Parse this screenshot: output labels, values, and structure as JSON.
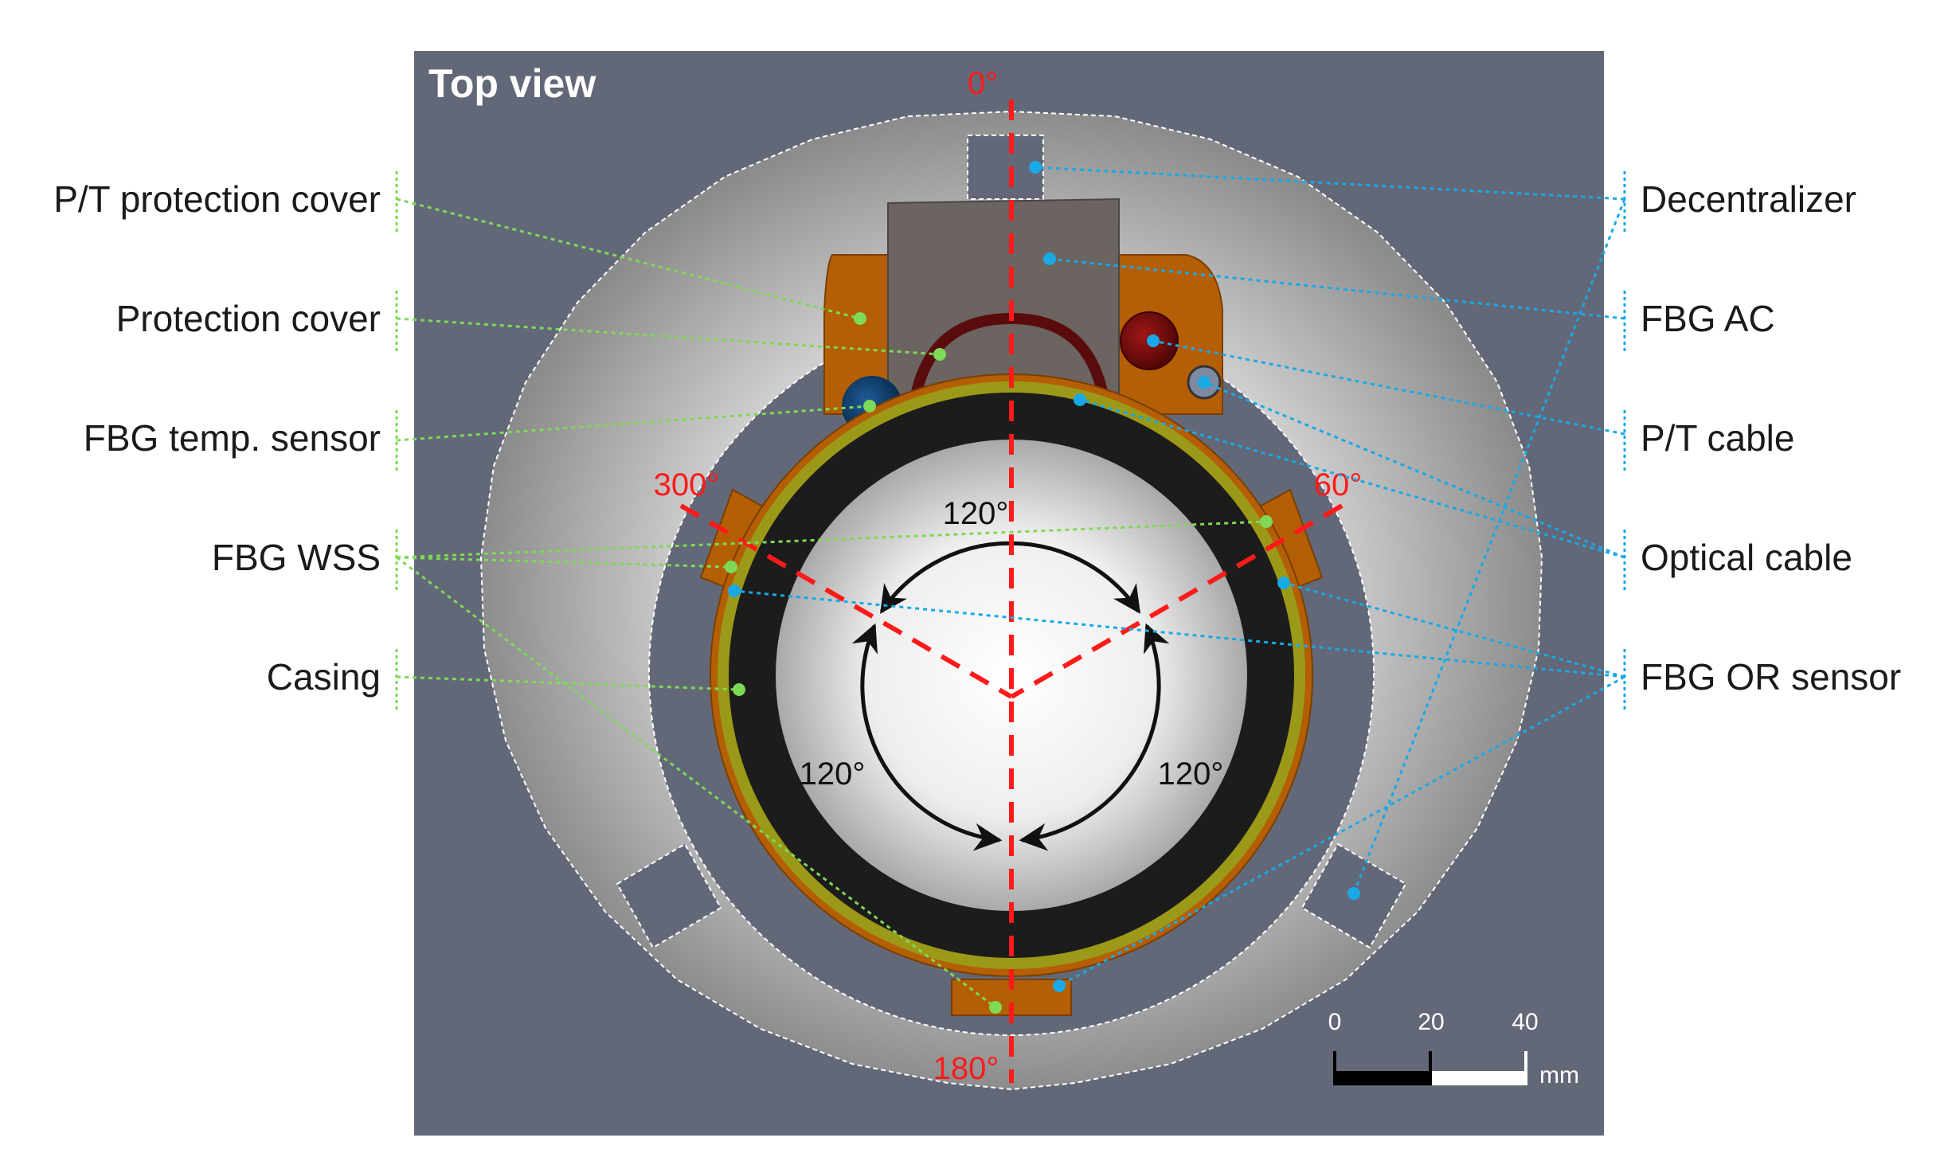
{
  "title": "Top view",
  "angles": {
    "top": "0°",
    "bottom": "180°",
    "left": "300°",
    "right": "60°",
    "arc_top": "120°",
    "arc_left": "120°",
    "arc_right": "120°"
  },
  "labels_left": [
    "P/T protection cover",
    "Protection cover",
    "FBG temp. sensor",
    "FBG WSS",
    "Casing"
  ],
  "labels_right": [
    "Decentralizer",
    "FBG AC",
    "P/T cable",
    "Optical cable",
    "FBG OR sensor"
  ],
  "scale_bar": {
    "ticks": [
      "0",
      "20",
      "40"
    ],
    "unit": "mm"
  },
  "colors": {
    "background": "#636878",
    "left_leaders": "#7ed957",
    "right_leaders": "#19a9e6",
    "angle_lines": "#ff1a1a",
    "casing": "#b45f06",
    "sensor_strip": "#9a9a18",
    "temp_sensor": "#0b3f73",
    "ac_sensor": "#7a0c0c"
  }
}
